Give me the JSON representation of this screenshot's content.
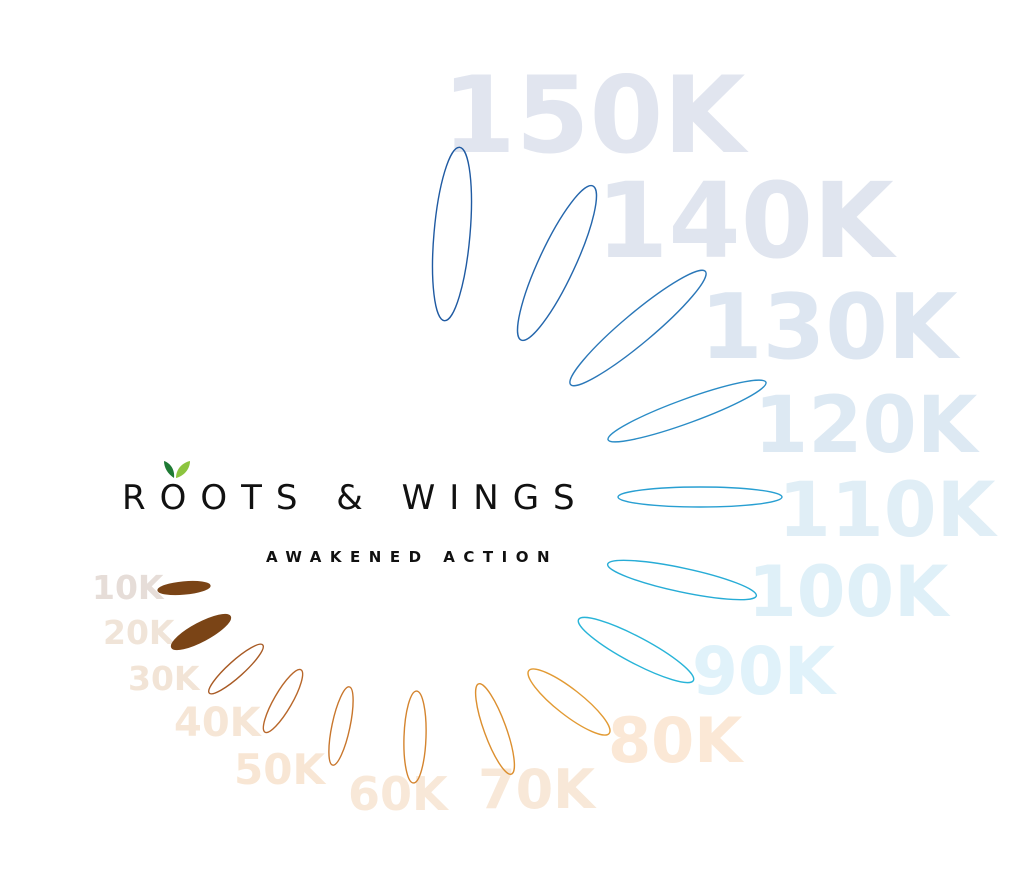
{
  "brand": {
    "title": "ROOTS & WINGS",
    "tagline": "AWAKENED ACTION"
  },
  "colors": {
    "brown_dark": "#7a4416",
    "orange": "#d98a2a",
    "blue_dark": "#1f5da4",
    "cyan": "#2bb6dc",
    "leaf_dark": "#1e7a34",
    "leaf_light": "#8cc43f"
  },
  "progress": {
    "filled_steps": 2,
    "total_steps": 15
  },
  "steps": [
    {
      "label": "10K",
      "fill": "#7a4416",
      "stroke": "#7a4416",
      "label_color": "#e6ddd8",
      "filled": true
    },
    {
      "label": "20K",
      "fill": "#7a4416",
      "stroke": "#7a4416",
      "label_color": "#f0e4d8",
      "filled": true
    },
    {
      "label": "30K",
      "fill": "none",
      "stroke": "#a85a24",
      "label_color": "#f2e4d6",
      "filled": false
    },
    {
      "label": "40K",
      "fill": "none",
      "stroke": "#b8672a",
      "label_color": "#f6e6d6",
      "filled": false
    },
    {
      "label": "50K",
      "fill": "none",
      "stroke": "#c8762c",
      "label_color": "#f8e6d4",
      "filled": false
    },
    {
      "label": "60K",
      "fill": "none",
      "stroke": "#d4842e",
      "label_color": "#f8e8d8",
      "filled": false
    },
    {
      "label": "70K",
      "fill": "none",
      "stroke": "#dc8f2f",
      "label_color": "#f8e8d8",
      "filled": false
    },
    {
      "label": "80K",
      "fill": "none",
      "stroke": "#e29a33",
      "label_color": "#fbe8d6",
      "filled": false
    },
    {
      "label": "90K",
      "fill": "none",
      "stroke": "#28b4d8",
      "label_color": "#e0f2fa",
      "filled": false
    },
    {
      "label": "100K",
      "fill": "none",
      "stroke": "#27acd6",
      "label_color": "#dff0f8",
      "filled": false
    },
    {
      "label": "110K",
      "fill": "none",
      "stroke": "#289fd2",
      "label_color": "#e0eef6",
      "filled": false
    },
    {
      "label": "120K",
      "fill": "none",
      "stroke": "#2a8cc6",
      "label_color": "#dde9f3",
      "filled": false
    },
    {
      "label": "130K",
      "fill": "none",
      "stroke": "#2a77b8",
      "label_color": "#dde6f1",
      "filled": false
    },
    {
      "label": "140K",
      "fill": "none",
      "stroke": "#2466ac",
      "label_color": "#e0e5ef",
      "filled": false
    },
    {
      "label": "150K",
      "fill": "none",
      "stroke": "#1f5aa2",
      "label_color": "#e1e5ef",
      "filled": false
    }
  ]
}
